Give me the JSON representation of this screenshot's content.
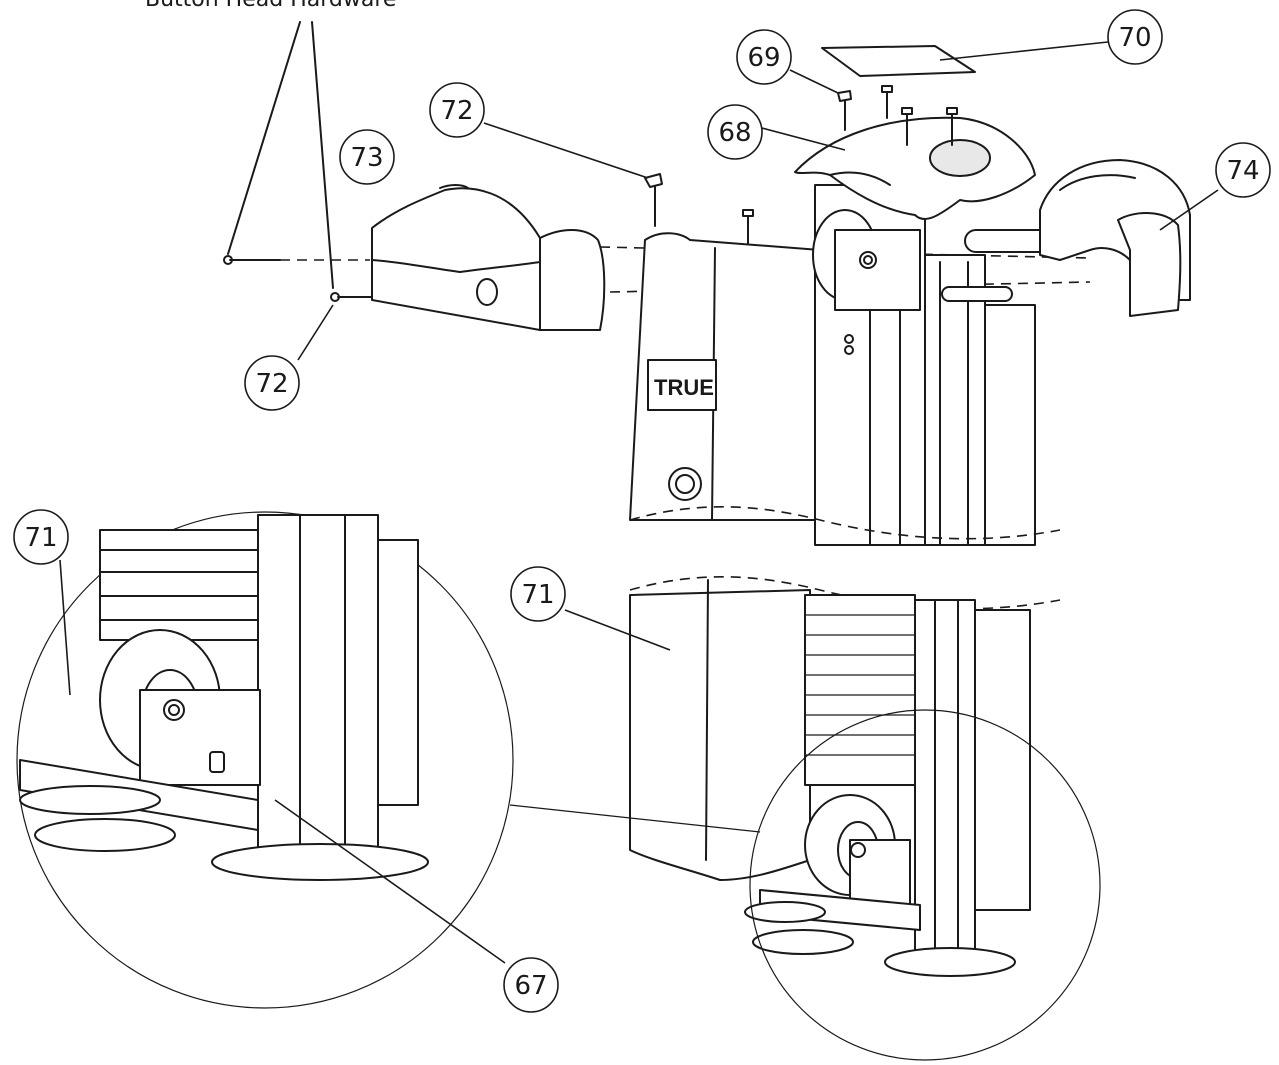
{
  "top_note": "Button Head Hardware",
  "brand_logo_text": "TRUE",
  "callouts": {
    "c67": "67",
    "c68": "68",
    "c69": "69",
    "c70": "70",
    "c71_main": "71",
    "c71_detail": "71",
    "c72_upper": "72",
    "c72_lower": "72",
    "c73": "73",
    "c74": "74"
  }
}
